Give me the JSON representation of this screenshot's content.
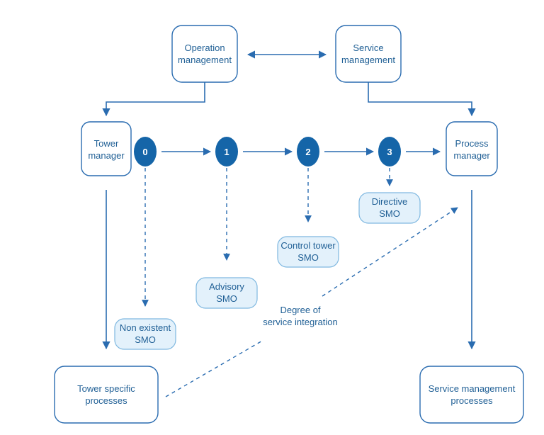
{
  "colors": {
    "line": "#2a6cb0",
    "box_stroke": "#2a6cb0",
    "box_fill": "#ffffff",
    "smo_fill": "#e3f1fb",
    "smo_stroke": "#7fb8e0",
    "circle_fill": "#1565a8",
    "text": "#1f5f95"
  },
  "boxes": {
    "operation_management": [
      "Operation",
      "management"
    ],
    "service_management": [
      "Service",
      "management"
    ],
    "tower_manager": [
      "Tower",
      "manager"
    ],
    "process_manager": [
      "Process",
      "manager"
    ],
    "tower_specific_processes": [
      "Tower specific",
      "processes"
    ],
    "service_management_processes": [
      "Service management",
      "processes"
    ]
  },
  "steps": [
    "0",
    "1",
    "2",
    "3"
  ],
  "smo_levels": {
    "non_existent": [
      "Non existent",
      "SMO"
    ],
    "advisory": [
      "Advisory",
      "SMO"
    ],
    "control_tower": [
      "Control tower",
      "SMO"
    ],
    "directive": [
      "Directive",
      "SMO"
    ]
  },
  "integration_label": [
    "Degree of",
    "service integration"
  ]
}
